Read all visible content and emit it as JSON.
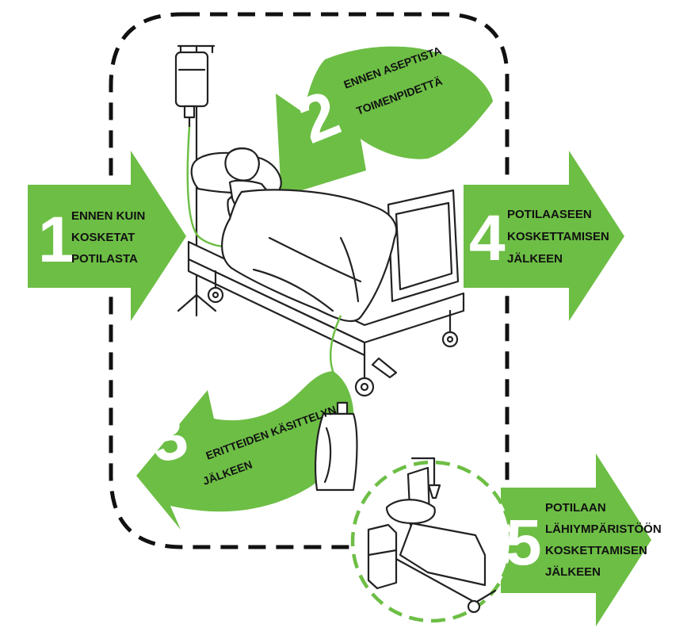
{
  "colors": {
    "green": "#6dbe45",
    "tube": "#6dbe45",
    "outline": "#222222",
    "text": "#111111",
    "number": "#ffffff"
  },
  "moments": [
    {
      "number": "1",
      "lines": [
        "ENNEN KUIN",
        "KOSKETAT",
        "POTILASTA"
      ]
    },
    {
      "number": "2",
      "lines": [
        "ENNEN ASEPTISTA",
        "TOIMENPIDETTÄ"
      ]
    },
    {
      "number": "3",
      "lines": [
        "ERITTEIDEN KÄSITTELYN",
        "JÄLKEEN"
      ]
    },
    {
      "number": "4",
      "lines": [
        "POTILAASEEN",
        "KOSKETTAMISEN",
        "JÄLKEEN"
      ]
    },
    {
      "number": "5",
      "lines": [
        "POTILAAN",
        "LÄHIYMPÄRISTÖÖN",
        "KOSKETTAMISEN",
        "JÄLKEEN"
      ]
    }
  ],
  "icons": {
    "iv_stand": "iv-drip-stand-icon",
    "bed": "hospital-bed-icon",
    "patient": "patient-icon",
    "urine_bag": "urine-bag-icon",
    "empty_bed": "empty-bed-icon",
    "bedside_table": "bedside-table-icon"
  }
}
